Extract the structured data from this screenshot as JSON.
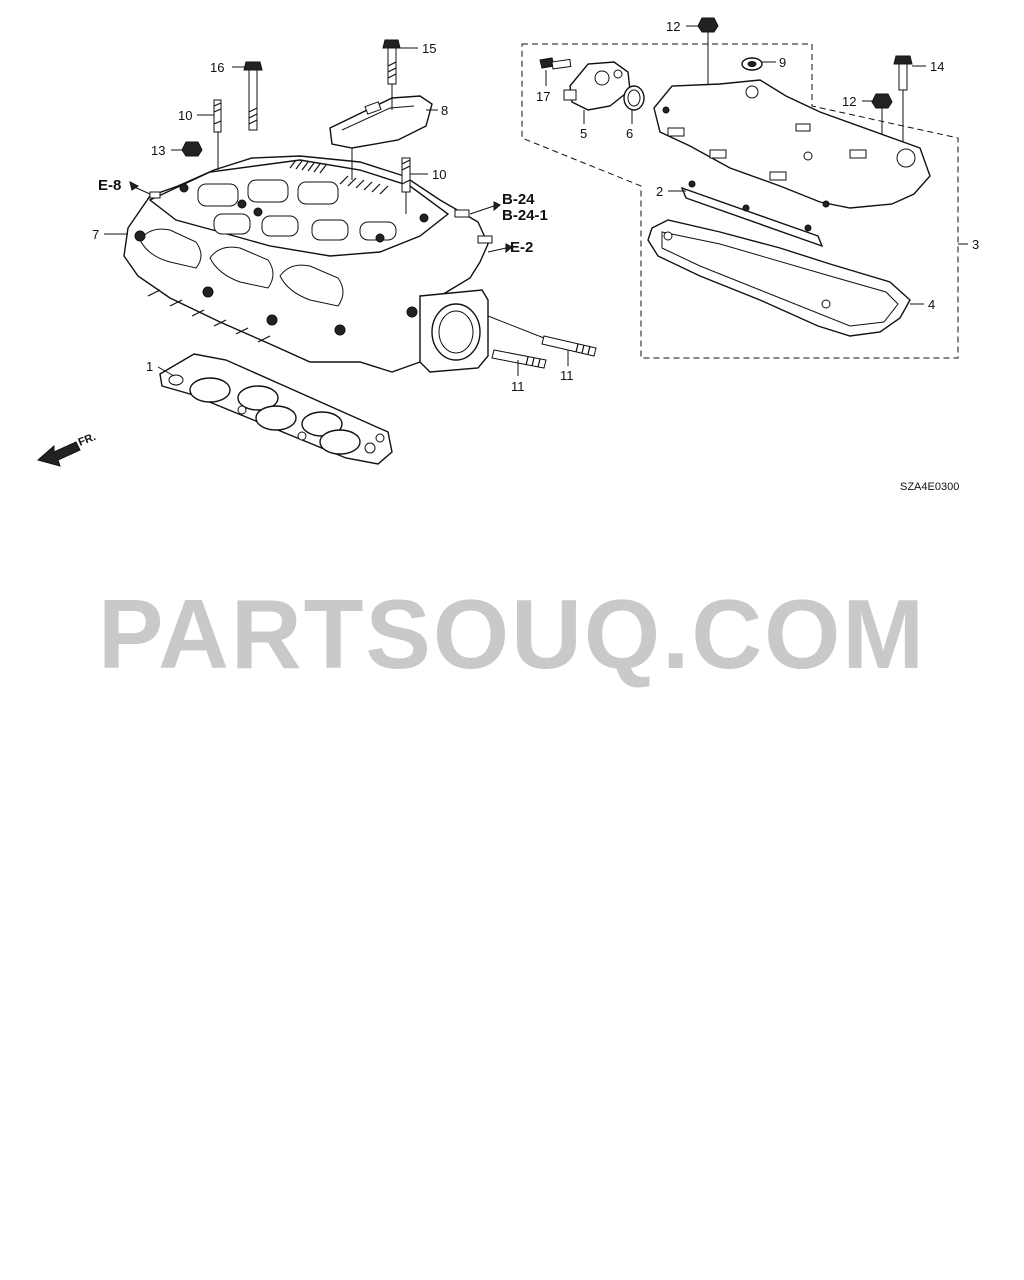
{
  "diagram": {
    "callouts": [
      {
        "id": "c1",
        "label": "1"
      },
      {
        "id": "c2",
        "label": "2"
      },
      {
        "id": "c3",
        "label": "3"
      },
      {
        "id": "c4",
        "label": "4"
      },
      {
        "id": "c5",
        "label": "5"
      },
      {
        "id": "c6",
        "label": "6"
      },
      {
        "id": "c7",
        "label": "7"
      },
      {
        "id": "c8",
        "label": "8"
      },
      {
        "id": "c9",
        "label": "9"
      },
      {
        "id": "c10a",
        "label": "10"
      },
      {
        "id": "c10b",
        "label": "10"
      },
      {
        "id": "c11a",
        "label": "11"
      },
      {
        "id": "c11b",
        "label": "11"
      },
      {
        "id": "c12a",
        "label": "12"
      },
      {
        "id": "c12b",
        "label": "12"
      },
      {
        "id": "c13",
        "label": "13"
      },
      {
        "id": "c14",
        "label": "14"
      },
      {
        "id": "c15",
        "label": "15"
      },
      {
        "id": "c16",
        "label": "16"
      },
      {
        "id": "c17",
        "label": "17"
      }
    ],
    "refs": {
      "e8": "E-8",
      "b24": "B-24",
      "b241": "B-24-1",
      "e2": "E-2"
    },
    "front_label": "FR.",
    "diagram_code": "SZA4E0300"
  },
  "watermark": "PARTSOUQ.COM"
}
